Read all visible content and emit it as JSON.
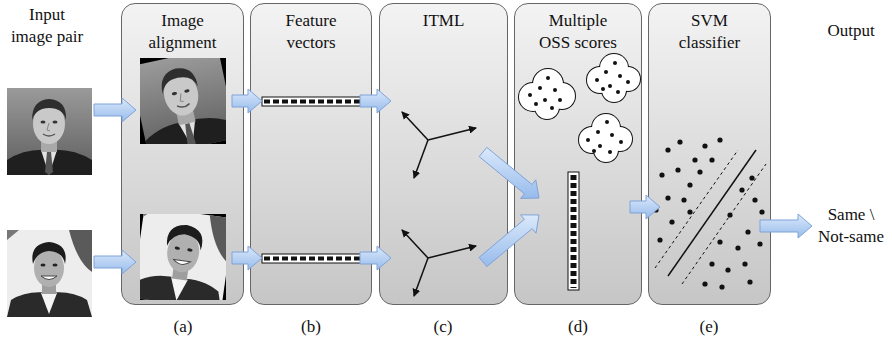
{
  "diagram": {
    "nodes": [
      {
        "text": [
          "Image alignment"
        ]
      },
      {
        "text": [
          "Feature vectors"
        ]
      },
      {
        "text": [
          "ITML"
        ]
      },
      {
        "text": [
          "Multiple OSS scores"
        ]
      },
      {
        "text": [
          "SVM classifier"
        ]
      }
    ],
    "edges": [
      {
        "from": 0,
        "to": 1,
        "arrow": "to"
      },
      {
        "from": 0,
        "to": 1,
        "arrow": "to"
      },
      {
        "from": 1,
        "to": 2,
        "arrow": "to"
      },
      {
        "from": 1,
        "to": 2,
        "arrow": "to"
      },
      {
        "from": 2,
        "to": 3,
        "arrow": "to"
      },
      {
        "from": 2,
        "to": 3,
        "arrow": "to"
      },
      {
        "from": 3,
        "to": 4,
        "arrow": "to"
      }
    ],
    "labels": [
      "Input image pair",
      "Output",
      "Same \\ Not-same",
      "(a)",
      "(b)",
      "(c)",
      "(d)",
      "(e)"
    ]
  }
}
